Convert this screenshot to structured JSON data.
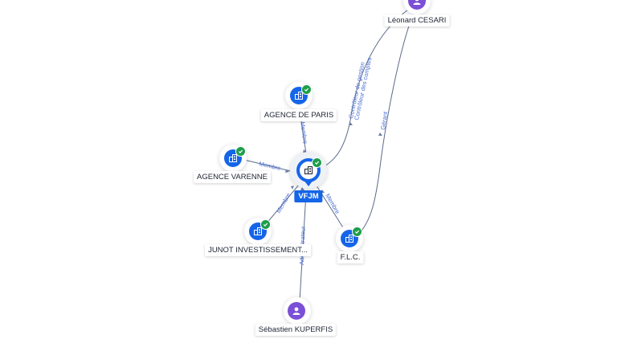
{
  "nodes": {
    "vfjm": {
      "label": "VFJM",
      "type": "company",
      "verified": true,
      "icon": "building-icon",
      "color": "#1565e8"
    },
    "agence_paris": {
      "label": "AGENCE DE PARIS",
      "type": "company",
      "verified": true,
      "icon": "building-icon"
    },
    "agence_varenne": {
      "label": "AGENCE VARENNE",
      "type": "company",
      "verified": true,
      "icon": "building-icon"
    },
    "junot": {
      "label": "JUNOT INVESTISSEMENT...",
      "type": "company",
      "verified": true,
      "icon": "building-icon"
    },
    "flc": {
      "label": "F.L.C.",
      "type": "company",
      "verified": true,
      "icon": "building-icon"
    },
    "cesari": {
      "label": "Léonard CESARI",
      "type": "person",
      "icon": "person-icon",
      "color": "#7b4fd6"
    },
    "kuperfis": {
      "label": "Sébastien KUPERFIS",
      "type": "person",
      "icon": "person-icon",
      "color": "#7b4fd6"
    }
  },
  "edges": {
    "paris_vfjm": "Membre",
    "varenne_vfjm": "Membre",
    "junot_vfjm": "Membre",
    "vfjm_flc": "Membre",
    "cesari_vfjm_1": "Contrôleur de gestion",
    "cesari_vfjm_2": "Contrôleur des comptes",
    "cesari_flc": "Gérant",
    "kuperfis_vfjm": "Administrateur"
  },
  "colors": {
    "company": "#1565e8",
    "person": "#7b4fd6",
    "verified": "#1e9e4a",
    "edge": "#5d6b8a",
    "edge_label": "#4a6fd3"
  }
}
